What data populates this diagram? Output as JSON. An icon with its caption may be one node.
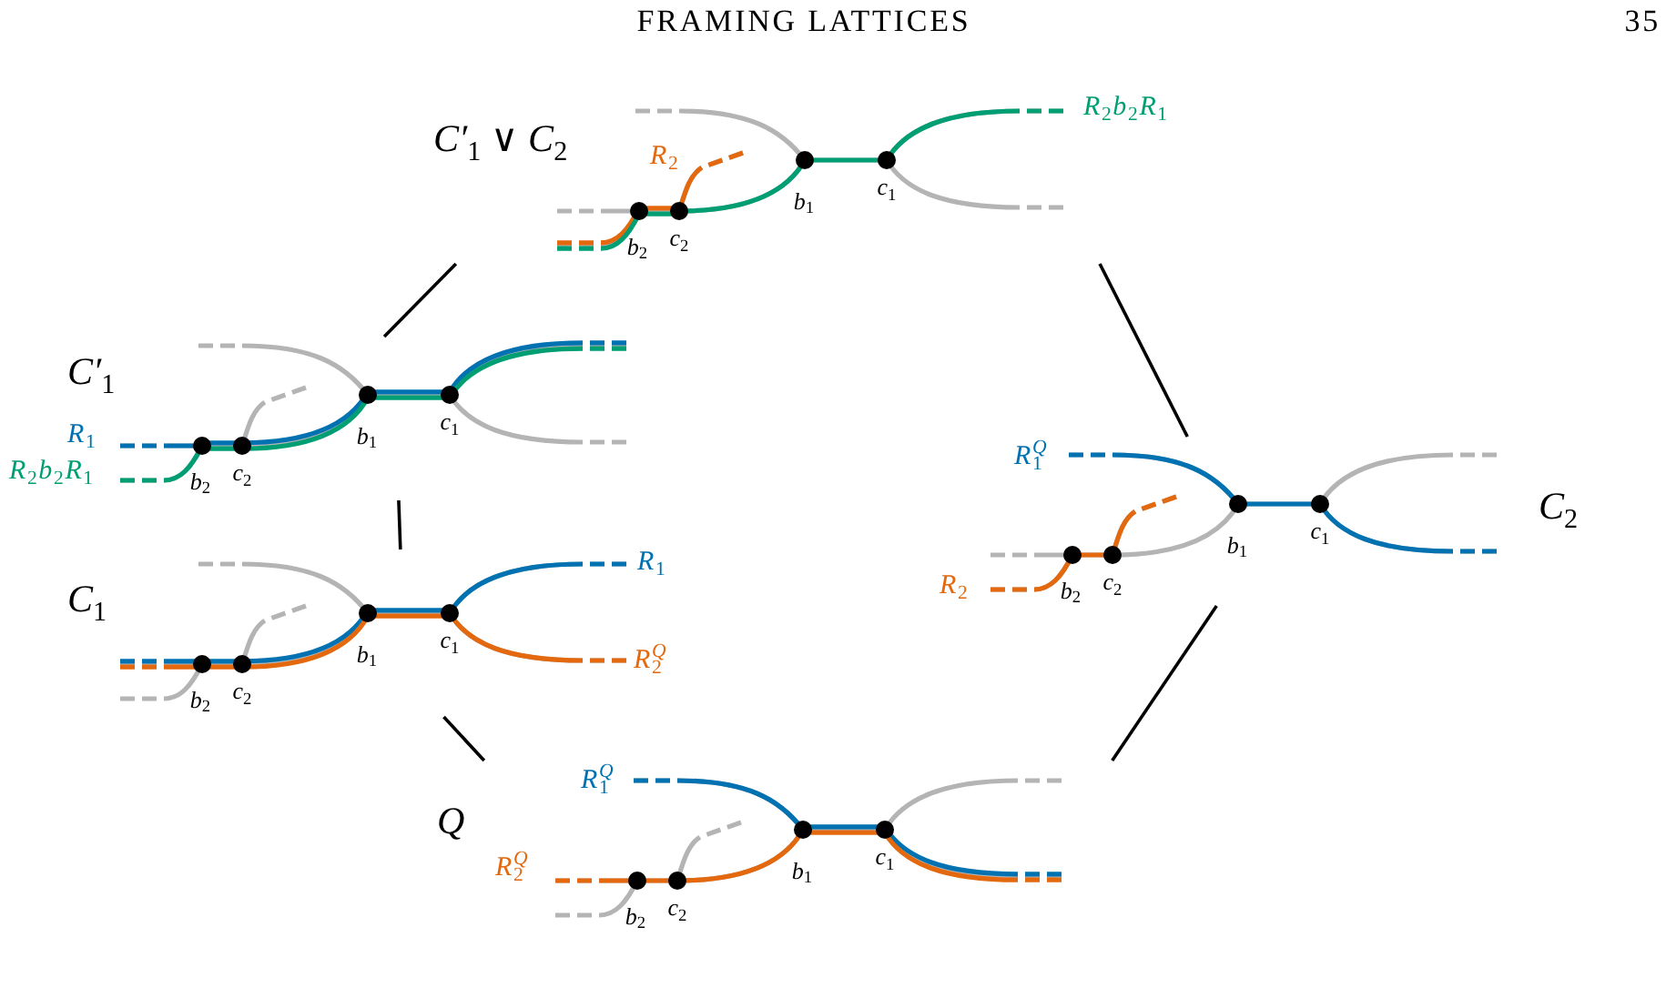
{
  "diagram": {
    "nodes": [
      {
        "text": [
          "R$_{2}$b$_{2}$R$_{1}$",
          "C′$_{1}$ ∨ C$_{2}$",
          "R$_{2}$",
          "b$_{1}$",
          "c$_{1}$",
          "b$_{2}$",
          "c$_{2}$"
        ]
      },
      {
        "text": [
          "C′$_{1}$",
          "R$_{1}$",
          "b$_{1}$",
          "c$_{1}$",
          "R$_{2}$b$_{2}$R$_{1}$",
          "b$_{2}$",
          "c$_{2}$"
        ]
      },
      {
        "text": [
          "R$_{1}$$^{Q}$",
          "C$_{2}$",
          "b$_{1}$",
          "c$_{1}$",
          "R$_{2}$",
          "b$_{2}$",
          "c$_{2}$"
        ]
      },
      {
        "text": [
          "R$_{1}$",
          "C$_{1}$",
          "b$_{1}$",
          "c$_{1}$",
          "R$_{2}$$^{Q}$",
          "b$_{2}$",
          "c$_{2}$"
        ]
      },
      {
        "text": [
          "R$_{1}$$^{Q}$",
          "Q",
          "R$_{2}$$^{Q}$",
          "b$_{1}$",
          "c$_{1}$",
          "b$_{2}$",
          "c$_{2}$"
        ]
      }
    ],
    "edges": [
      {
        "from": 0,
        "to": 1,
        "arrow": "none"
      },
      {
        "from": 0,
        "to": 2,
        "arrow": "none"
      },
      {
        "from": 1,
        "to": 3,
        "arrow": "none"
      },
      {
        "from": 3,
        "to": 4,
        "arrow": "none"
      },
      {
        "from": 2,
        "to": 4,
        "arrow": "none"
      }
    ],
    "labels": [
      "FRAMING LATTICES",
      "35"
    ]
  }
}
